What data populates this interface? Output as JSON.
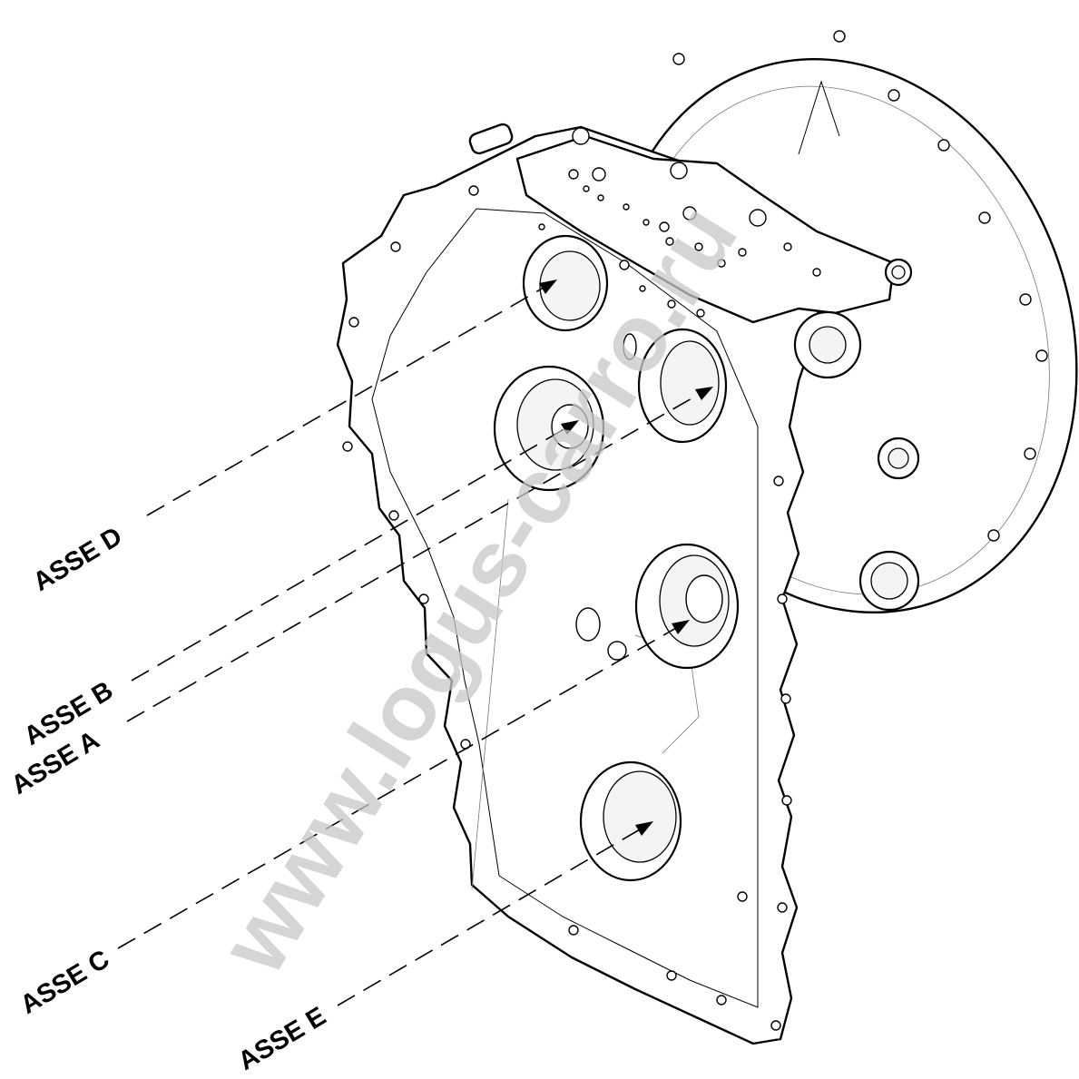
{
  "labels": {
    "axis_d": "ASSE D",
    "axis_b": "ASSE B",
    "axis_a": "ASSE A",
    "axis_c": "ASSE C",
    "axis_e": "ASSE E"
  },
  "watermark": "www.logus-carro.ru",
  "colors": {
    "line": "#000000",
    "background": "#ffffff",
    "watermark": "#c8c8c8"
  }
}
